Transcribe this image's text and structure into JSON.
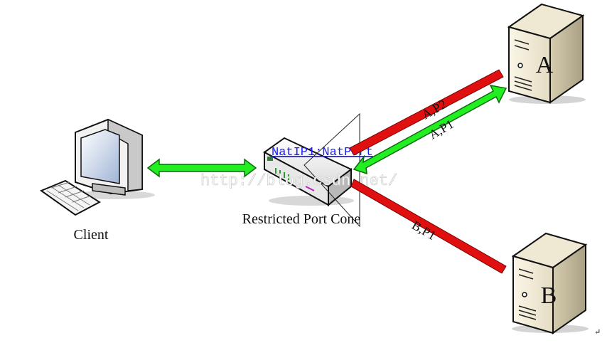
{
  "nodes": {
    "client": {
      "label": "Client",
      "icon": "desktop-computer-icon"
    },
    "router": {
      "label": "Restricted Port Cone",
      "icon": "router-icon",
      "address_label": "NatIP1:NatPort"
    },
    "server_a": {
      "label": "A",
      "icon": "server-tower-icon"
    },
    "server_b": {
      "label": "B",
      "icon": "server-tower-icon"
    }
  },
  "links": [
    {
      "id": "link-a-p2",
      "label": "A,P2",
      "color": "#e01010",
      "from": "server_a",
      "to": "router"
    },
    {
      "id": "link-a-p1",
      "label": "A,P1",
      "color": "#22ee22",
      "from": "router",
      "to": "server_a"
    },
    {
      "id": "link-b-p1",
      "label": "B,P1",
      "color": "#e01010",
      "from": "router",
      "to": "server_b"
    },
    {
      "id": "link-client",
      "label": "",
      "color": "#22ee22",
      "from": "client",
      "to": "router"
    }
  ],
  "watermark": "http://blog.csdn.net/",
  "corner_mark": "↵",
  "colors": {
    "green_arrow": "#22ee22",
    "red_arrow": "#e01010",
    "link_blue": "#1a1aff"
  }
}
